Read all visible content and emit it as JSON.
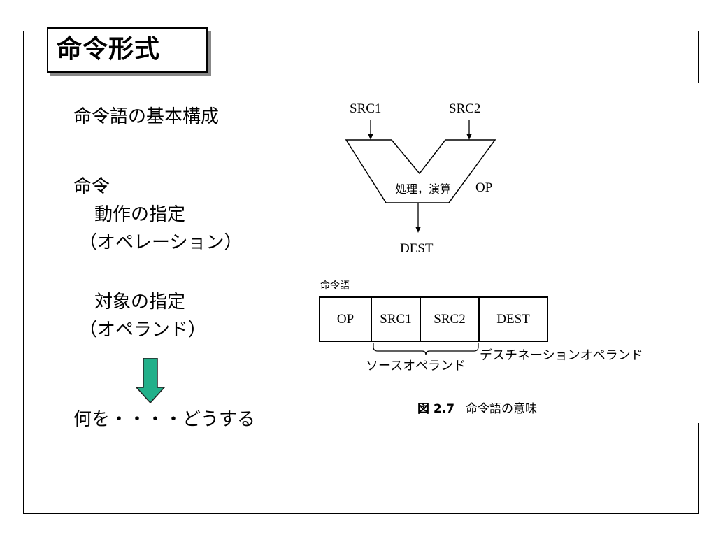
{
  "title": "命令形式",
  "left": {
    "heading": "命令語の基本構成",
    "instruction": "命令",
    "action": "動作の指定",
    "operation": "（オペレーション）",
    "target": "対象の指定",
    "operand": "（オペランド）",
    "summary": "何を・・・・どうする"
  },
  "arrow_color": "#22b08a",
  "diagram": {
    "src1": "SRC1",
    "src2": "SRC2",
    "process": "処理，演算",
    "op": "OP",
    "dest": "DEST"
  },
  "format": {
    "label": "命令語",
    "cells": [
      "OP",
      "SRC1",
      "SRC2",
      "DEST"
    ],
    "source_operand": "ソースオペランド",
    "dest_operand": "デスチネーションオペランド"
  },
  "caption": {
    "number": "図 2.7",
    "text": "命令語の意味"
  }
}
